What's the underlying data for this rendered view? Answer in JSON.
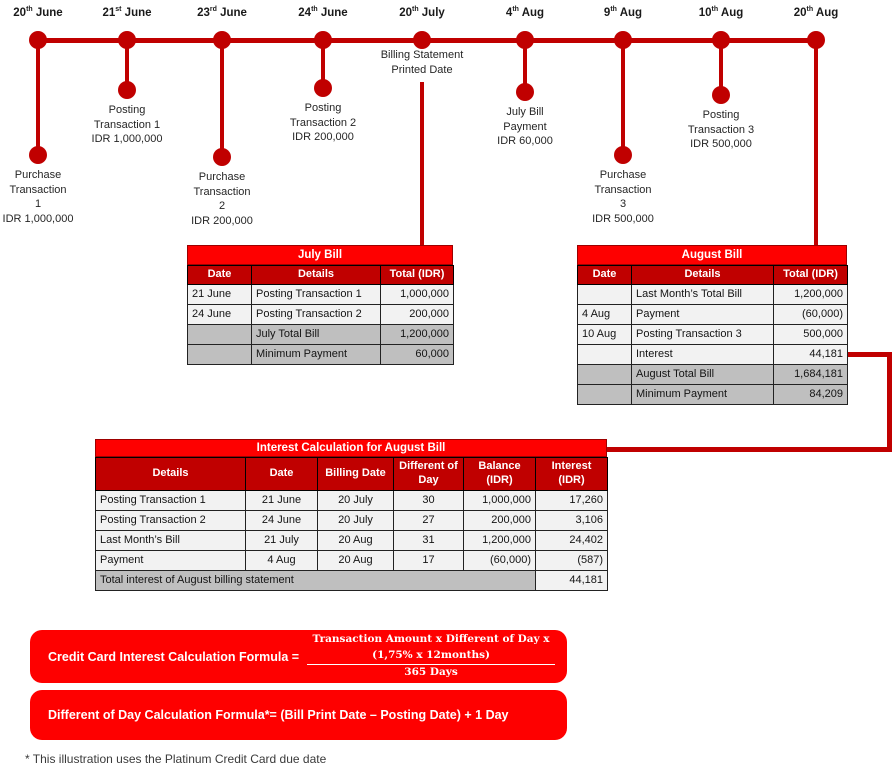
{
  "title": "Credit card interest calculation illustration",
  "colors": {
    "timeline_red": "#C00000",
    "accent_red": "#FE0000",
    "header_red": "#C00000",
    "row_light": "#F2F2F2",
    "row_summary": "#BFBFBF",
    "text_dark": "#262626"
  },
  "timeline": {
    "events": [
      {
        "day": "20",
        "ordinal": "th",
        "month": "June",
        "label": "Purchase\nTransaction\n1\nIDR 1,000,000"
      },
      {
        "day": "21",
        "ordinal": "st",
        "month": "June",
        "label": "Posting\nTransaction 1\nIDR 1,000,000"
      },
      {
        "day": "23",
        "ordinal": "rd",
        "month": "June",
        "label": "Purchase\nTransaction\n2\nIDR 200,000"
      },
      {
        "day": "24",
        "ordinal": "th",
        "month": "June",
        "label": "Posting\nTransaction 2\nIDR 200,000"
      },
      {
        "day": "20",
        "ordinal": "th",
        "month": "July",
        "label": "Billing Statement\nPrinted Date"
      },
      {
        "day": "4",
        "ordinal": "th",
        "month": "Aug",
        "label": "July Bill\nPayment\nIDR 60,000"
      },
      {
        "day": "9",
        "ordinal": "th",
        "month": "Aug",
        "label": "Purchase\nTransaction\n3\nIDR 500,000"
      },
      {
        "day": "10",
        "ordinal": "th",
        "month": "Aug",
        "label": "Posting\nTransaction 3\nIDR 500,000"
      },
      {
        "day": "20",
        "ordinal": "th",
        "month": "Aug",
        "label": null
      }
    ]
  },
  "tables": {
    "july": {
      "title": "July Bill",
      "headers": [
        "Date",
        "Details",
        "Total (IDR)"
      ],
      "rows": [
        {
          "cells": [
            "21 June",
            "Posting Transaction 1",
            "1,000,000"
          ]
        },
        {
          "cells": [
            "24 June",
            "Posting Transaction 2",
            "200,000"
          ]
        },
        {
          "cells": [
            "",
            "July Total Bill",
            "1,200,000"
          ],
          "summary": true
        },
        {
          "cells": [
            "",
            "Minimum Payment",
            "60,000"
          ],
          "summary": true
        }
      ]
    },
    "august": {
      "title": "August Bill",
      "headers": [
        "Date",
        "Details",
        "Total (IDR)"
      ],
      "rows": [
        {
          "cells": [
            "",
            "Last Month’s Total Bill",
            "1,200,000"
          ]
        },
        {
          "cells": [
            "4 Aug",
            "Payment",
            "(60,000)"
          ]
        },
        {
          "cells": [
            "10 Aug",
            "Posting Transaction 3",
            "500,000"
          ]
        },
        {
          "cells": [
            "",
            "Interest",
            "44,181"
          ]
        },
        {
          "cells": [
            "",
            "August Total Bill",
            "1,684,181"
          ],
          "summary": true
        },
        {
          "cells": [
            "",
            "Minimum Payment",
            "84,209"
          ],
          "summary": true
        }
      ]
    },
    "interest": {
      "title": "Interest Calculation for August Bill",
      "headers": [
        "Details",
        "Date",
        "Billing Date",
        "Different of Day",
        "Balance (IDR)",
        "Interest (IDR)"
      ],
      "rows": [
        {
          "cells": [
            "Posting Transaction 1",
            "21 June",
            "20 July",
            "30",
            "1,000,000",
            "17,260"
          ]
        },
        {
          "cells": [
            "Posting Transaction 2",
            "24 June",
            "20 July",
            "27",
            "200,000",
            "3,106"
          ]
        },
        {
          "cells": [
            "Last Month’s Bill",
            "21 July",
            "20 Aug",
            "31",
            "1,200,000",
            "24,402"
          ]
        },
        {
          "cells": [
            "Payment",
            "4 Aug",
            "20 Aug",
            "17",
            "(60,000)",
            "(587)"
          ]
        },
        {
          "cells": [
            {
              "t": "Total interest of August billing statement",
              "span": 5,
              "summary": true
            },
            {
              "t": "44,181"
            }
          ]
        }
      ]
    }
  },
  "formulas": {
    "interest": {
      "label": "Credit Card Interest Calculation Formula =",
      "numerator": "Transaction Amount x Different of Day x (1,75% x 12months)",
      "denominator": "365 Days"
    },
    "day": {
      "label": "Different of Day Calculation Formula*= (Bill Print Date – Posting Date) + 1 Day"
    }
  },
  "footnote": "* This illustration uses the Platinum Credit Card due date"
}
